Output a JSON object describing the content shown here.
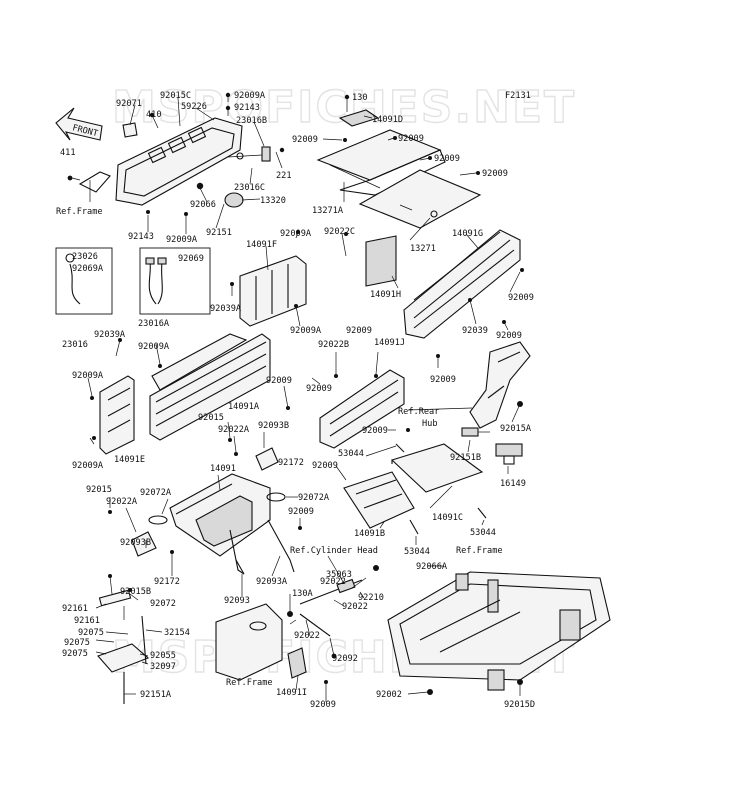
{
  "figure_code": "F2131",
  "watermark": "MSPOFICHES.NET",
  "front_arrow_label": "FRONT",
  "labels": {
    "p92071": "92071",
    "p410": "410",
    "p92015C": "92015C",
    "p59226": "59226",
    "p92009A_a": "92009A",
    "p92143_a": "92143",
    "p23016B": "23016B",
    "p130": "130",
    "p14091D": "14091D",
    "p92009_a": "92009",
    "p92009_b": "92009",
    "p92009_c": "92009",
    "p92009_d": "92009",
    "p13271A": "13271A",
    "p13271": "13271",
    "p411": "411",
    "p221": "221",
    "p23016C": "23016C",
    "p13320": "13320",
    "p92066": "92066",
    "p92143_b": "92143",
    "p92009A_b": "92009A",
    "p92151": "92151",
    "p14091F": "14091F",
    "p92009A_c": "92009A",
    "p92022C": "92022C",
    "p14091G": "14091G",
    "p14091H": "14091H",
    "p92009_e": "92009",
    "p92039": "92039",
    "p92009_f": "92009",
    "p23026": "23026",
    "p92069A": "92069A",
    "p92069": "92069",
    "p23016": "23016",
    "p23016A": "23016A",
    "p92039A_a": "92039A",
    "p92039A_b": "92039A",
    "p92009A_d": "92009A",
    "p92009A_e": "92009A",
    "p92022B": "92022B",
    "p92009_g": "92009",
    "p14091J": "14091J",
    "p92009_h": "92009",
    "p92009A_f": "92009A",
    "p14091A": "14091A",
    "p92009_i": "92009",
    "p92009_j": "92009",
    "p92015_a": "92015",
    "p92022A_a": "92022A",
    "p92093B_a": "92093B",
    "p92172_a": "92172",
    "p14091E": "14091E",
    "p92009A_g": "92009A",
    "p92009_k": "92009",
    "p53044_a": "53044",
    "p92009_l": "92009",
    "p14091": "14091",
    "p92072A_a": "92072A",
    "p92072A_b": "92072A",
    "p92009_m": "92009",
    "p92015_b": "92015",
    "p92022A_b": "92022A",
    "p14091C": "14091C",
    "p14091B": "14091B",
    "p53044_b": "53044",
    "p53044_c": "53044",
    "p92151B": "92151B",
    "p16149": "16149",
    "p92015A": "92015A",
    "p92093B_b": "92093B",
    "p92172_b": "92172",
    "p92093": "92093",
    "p92093A": "92093A",
    "p35063": "35063",
    "p92066A": "92066A",
    "p92210": "92210",
    "p92022_a": "92022",
    "p130A": "130A",
    "p92022_b": "92022",
    "p92092": "92092",
    "p14091I": "14091I",
    "p92009_n": "92009",
    "p92002": "92002",
    "p92015D": "92015D",
    "p92015B": "92015B",
    "p92072": "92072",
    "p92161_a": "92161",
    "p92161_b": "92161",
    "p32154": "32154",
    "p92075_a": "92075",
    "p92075_b": "92075",
    "p92075_c": "92075",
    "p92055": "92055",
    "p32097": "32097",
    "p92151A": "92151A"
  },
  "refs": {
    "ref_frame_1": "Ref.Frame",
    "ref_rear_hub_1": "Ref.Rear",
    "ref_rear_hub_2": "Hub",
    "ref_cylinder_head": "Ref.Cylinder Head",
    "ref_frame_2": "Ref.Frame",
    "ref_frame_3": "Ref.Frame"
  }
}
